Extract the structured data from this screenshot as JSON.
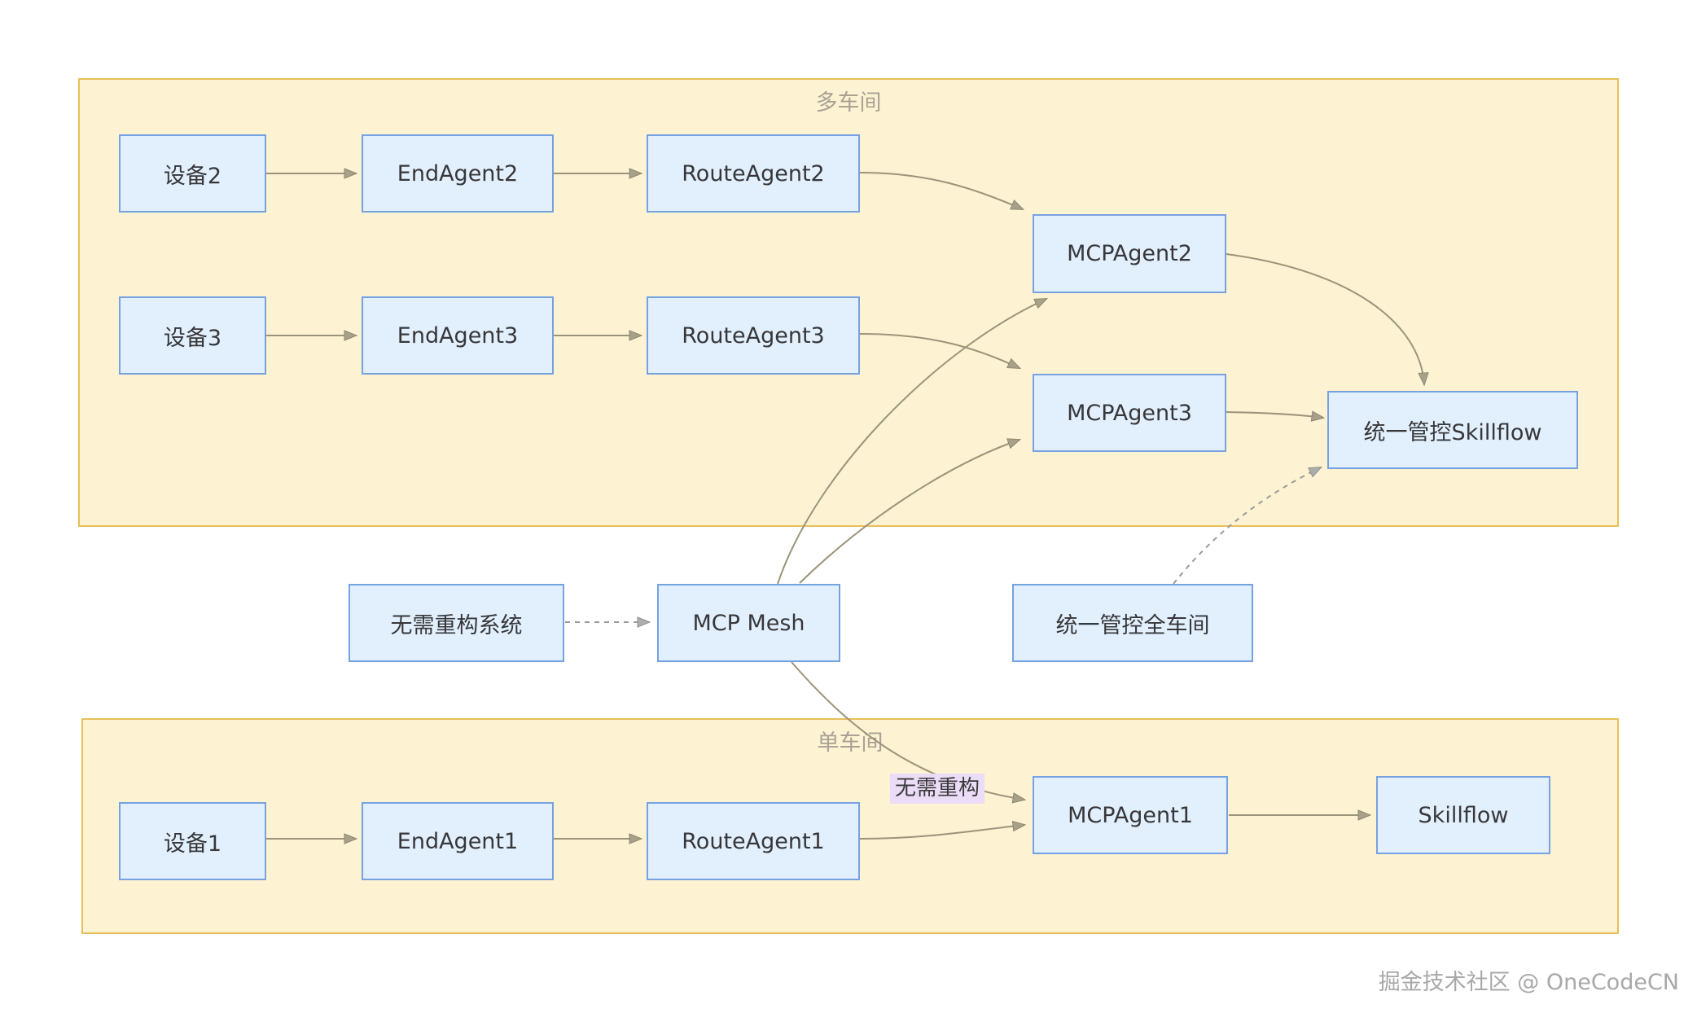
{
  "diagram": {
    "groups": [
      {
        "id": "multi-workshop",
        "label": "多车间"
      },
      {
        "id": "single-workshop",
        "label": "单车间"
      }
    ],
    "nodes": {
      "device2": {
        "label": "设备2"
      },
      "endagent2": {
        "label": "EndAgent2"
      },
      "routeagent2": {
        "label": "RouteAgent2"
      },
      "device3": {
        "label": "设备3"
      },
      "endagent3": {
        "label": "EndAgent3"
      },
      "routeagent3": {
        "label": "RouteAgent3"
      },
      "mcpagent2": {
        "label": "MCPAgent2"
      },
      "mcpagent3": {
        "label": "MCPAgent3"
      },
      "unified_skillflow": {
        "label": "统一管控Skillflow"
      },
      "norebuild_system": {
        "label": "无需重构系统"
      },
      "mcp_mesh": {
        "label": "MCP Mesh"
      },
      "unified_workshop": {
        "label": "统一管控全车间"
      },
      "device1": {
        "label": "设备1"
      },
      "endagent1": {
        "label": "EndAgent1"
      },
      "routeagent1": {
        "label": "RouteAgent1"
      },
      "mcpagent1": {
        "label": "MCPAgent1"
      },
      "skillflow": {
        "label": "Skillflow"
      }
    },
    "edges": [
      {
        "from": "device2",
        "to": "endagent2",
        "style": "solid"
      },
      {
        "from": "endagent2",
        "to": "routeagent2",
        "style": "solid"
      },
      {
        "from": "device3",
        "to": "endagent3",
        "style": "solid"
      },
      {
        "from": "endagent3",
        "to": "routeagent3",
        "style": "solid"
      },
      {
        "from": "routeagent2",
        "to": "mcpagent2",
        "style": "solid"
      },
      {
        "from": "routeagent3",
        "to": "mcpagent3",
        "style": "solid"
      },
      {
        "from": "mcp_mesh",
        "to": "mcpagent2",
        "style": "solid"
      },
      {
        "from": "mcp_mesh",
        "to": "mcpagent3",
        "style": "solid"
      },
      {
        "from": "mcpagent2",
        "to": "unified_skillflow",
        "style": "solid"
      },
      {
        "from": "mcpagent3",
        "to": "unified_skillflow",
        "style": "solid"
      },
      {
        "from": "unified_workshop",
        "to": "unified_skillflow",
        "style": "dashed"
      },
      {
        "from": "norebuild_system",
        "to": "mcp_mesh",
        "style": "dashed"
      },
      {
        "from": "mcp_mesh",
        "to": "mcpagent1",
        "style": "solid",
        "label": "无需重构"
      },
      {
        "from": "routeagent1",
        "to": "mcpagent1",
        "style": "solid"
      },
      {
        "from": "mcpagent1",
        "to": "skillflow",
        "style": "solid"
      },
      {
        "from": "device1",
        "to": "endagent1",
        "style": "solid"
      },
      {
        "from": "endagent1",
        "to": "routeagent1",
        "style": "solid"
      }
    ],
    "edge_label": "无需重构",
    "colors": {
      "group_fill": "#fdf3d2",
      "group_border": "#e7bf58",
      "node_fill": "#e2f0fd",
      "node_border": "#76a2e2",
      "node_text": "#37373a",
      "group_label": "#a9a295",
      "edge_solid": "#9c947a",
      "edge_dashed": "#9a9a9a",
      "edge_label_bg": "#ebdcf8"
    }
  },
  "watermark": {
    "text": "掘金技术社区 @ OneCodeCN"
  }
}
